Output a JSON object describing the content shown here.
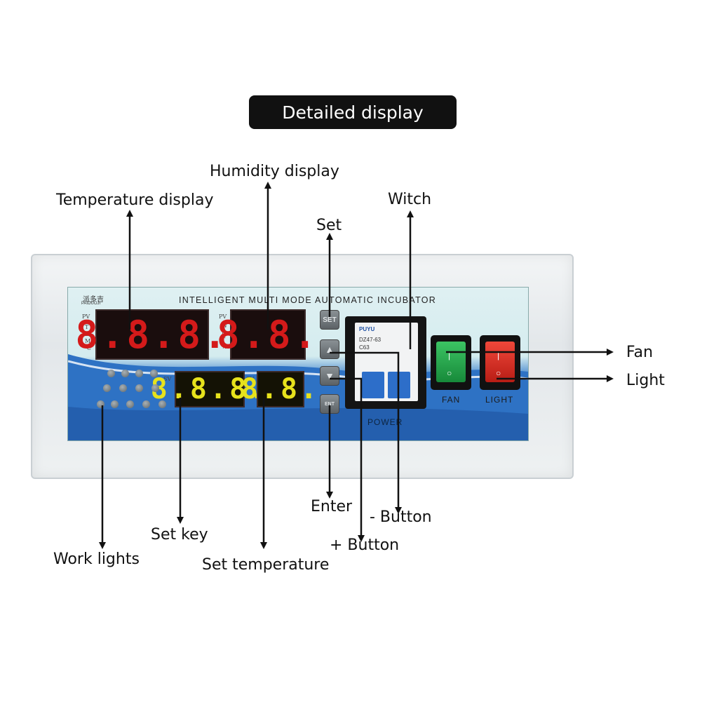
{
  "title": "Detailed display",
  "labels": {
    "temperature_display": "Temperature display",
    "humidity_display": "Humidity display",
    "set": "Set",
    "witch": "Witch",
    "fan": "Fan",
    "light": "Light",
    "enter": "Enter",
    "minus_button": "- Button",
    "plus_button": "+ Button",
    "set_key": "Set key",
    "work_lights": "Work lights",
    "set_temperature": "Set temperature"
  },
  "panel": {
    "brand": "派多吉",
    "brand_sub": "PAIDUOJI",
    "title": "INTELLIGENT MULTI MODE AUTOMATIC INCUBATOR",
    "pv": "PV",
    "sv": "SV",
    "tem_label": "T E M ℃",
    "wet_label": "W E T %",
    "temp_pv": "8.8.8.",
    "hum_pv": "8.8.",
    "temp_sv": "8.8.8.",
    "hum_sv": "8.8.",
    "keys": {
      "set": "SET",
      "up": "▲",
      "down": "▼",
      "enter": "ENT"
    },
    "breaker_brand": "PUYU",
    "breaker_model": "DZ47-63",
    "breaker_rating": "C63",
    "power": "POWER",
    "fan_switch": "FAN",
    "light_switch": "LIGHT"
  },
  "colors": {
    "display_red": "#d41a1a",
    "display_yellow": "#e7e21c",
    "panel_blue": "#2d75c8",
    "fan_green": "#1f9e44",
    "light_red": "#d32a20"
  }
}
